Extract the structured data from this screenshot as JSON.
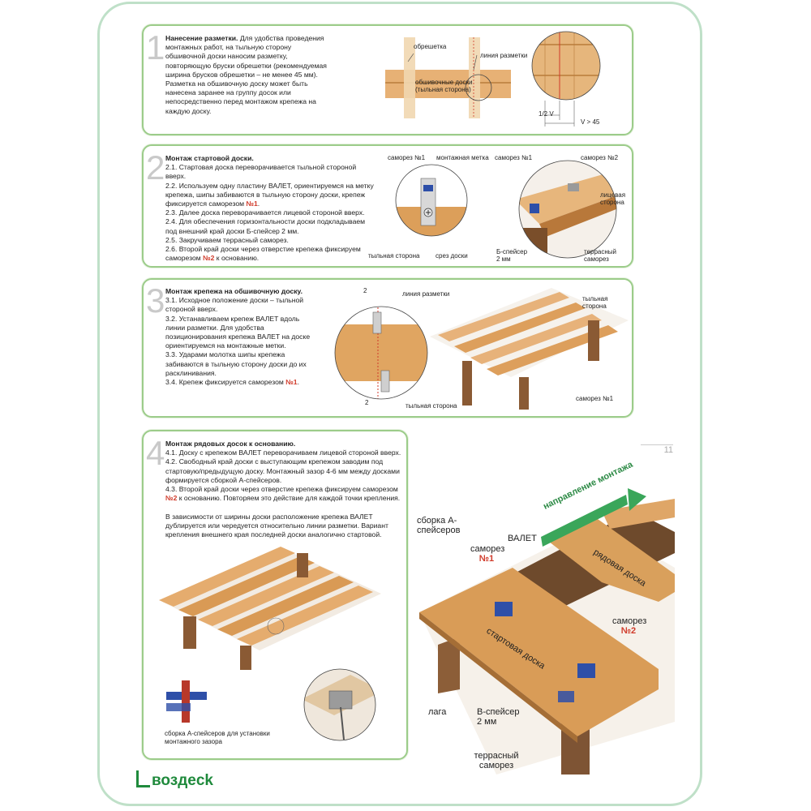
{
  "page_number": "11",
  "logo": "воздeck",
  "colors": {
    "accent_green": "#9ccc8a",
    "red": "#d03a2a",
    "wood": "#d9a05a",
    "blue_clip": "#2e4fa8"
  },
  "step1": {
    "num": "1",
    "title": "Нанесение разметки.",
    "body": " Для удобства проведения монтажных работ, на тыльную сторону обшивочной доски наносим разметку, повторяющую бруски обрешетки (рекомендуемая ширина брусков обрешетки – не менее 45 мм). Разметка на обшивочную доску может быть нанесена заранее на группу досок или непосредственно перед монтажом крепежа на каждую доску.",
    "labels": {
      "obreshetka": "обрешетка",
      "liniya": "линия разметки",
      "board": "обшивочные доски",
      "board_sub": "(тыльная сторона)",
      "half_v": "1/2 V",
      "v_gt": "V > 45"
    }
  },
  "step2": {
    "num": "2",
    "title": "Монтаж стартовой доски.",
    "lines": [
      "2.1. Стартовая доска переворачивается тыльной стороной вверх.",
      "2.2. Используем одну пластину ВАЛЕТ, ориентируемся на метку крепежа, шипы забиваются в тыльную сторону доски, крепеж фиксируется саморезом ",
      "2.3. Далее доска переворачивается лицевой стороной вверх.",
      "2.4. Для обеспечения горизонтальности доски подкладываем под внешний край доски Б-спейсер 2 мм.",
      "2.5. Закручиваем террасный саморез.",
      "2.6. Второй край доски через отверстие крепежа фиксируем саморезом "
    ],
    "no1": "№1",
    "no2": "№2",
    "tail26": " к основанию.",
    "labels": {
      "samorez": "саморез ",
      "montazh_metka": "монтажная метка",
      "tylnaya": "тыльная сторона",
      "srez": "срез доски",
      "samorez1": "саморез ",
      "samorez2": "саморез ",
      "licevaya": "лицевая сторона",
      "bspacer": "Б-спейсер 2 мм",
      "terrasny": "террасный саморез"
    }
  },
  "step3": {
    "num": "3",
    "title": "Монтаж крепежа на обшивочную доску.",
    "lines": [
      "3.1. Исходное положение доски – тыльной стороной вверх.",
      "3.2. Устанавливаем крепеж ВАЛЕТ вдоль линии разметки. Для удобства позиционирования крепежа ВАЛЕТ на доске ориентируемся на монтажные метки.",
      "3.3. Ударами молотка шипы крепежа забиваются в тыльную сторону доски до их расклинивания.",
      "3.4. Крепеж фиксируется саморезом "
    ],
    "no1": "№1",
    "labels": {
      "two_top": "2",
      "liniya": "линия разметки",
      "two_bottom": "2",
      "tylnaya": "тыльная сторона",
      "tylnaya_right": "тыльная сторона",
      "samorez": "саморез "
    }
  },
  "step4": {
    "num": "4",
    "title": "Монтаж рядовых досок к основанию.",
    "lines": [
      "4.1. Доску с крепежом ВАЛЕТ переворачиваем лицевой стороной вверх.",
      "4.2. Свободный край доски с выступающим крепежом заводим под стартовую/предыдущую доску. Монтажный зазор 4-6 мм между досками формируется сборкой А-спейсеров.",
      "4.3. Второй край доски через отверстие крепежа фиксируем саморезом "
    ],
    "no2": "№2",
    "tail43": " к основанию. Повторяем это действие для каждой точки крепления.",
    "para": "В зависимости от ширины доски расположение крепежа ВАЛЕТ дублируется или чередуется относительно линии разметки. Вариант крепления внешнего края последней доски аналогично стартовой.",
    "caption": "сборка А-спейсеров для установки монтажного зазора",
    "labels": {
      "direction": "направление монтажа",
      "sborka": "сборка А-спейсеров",
      "samorez": "саморез",
      "no1": "№1",
      "valet": "ВАЛЕТ",
      "ryadovaya": "рядовая доска",
      "startovaya": "стартовая доска",
      "samorez2": "саморез",
      "no2": "№2",
      "laga": "лага",
      "vspacer": "В-спейсер 2 мм",
      "terrasny": "террасный саморез"
    }
  }
}
